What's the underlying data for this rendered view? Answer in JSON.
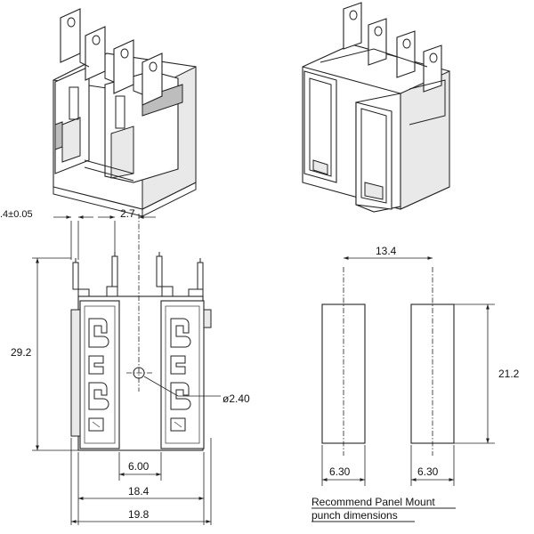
{
  "dimensions": {
    "tolerance_label": ".4±0.05",
    "pitch_label": "2.7",
    "height_label": "29.2",
    "hole_label": "ø2.40",
    "inner_width_label": "6.00",
    "body_width_label": "18.4",
    "overall_width_label": "19.8",
    "panel_spacing_label": "13.4",
    "panel_height_label": "21.2",
    "panel_left_width_label": "6.30",
    "panel_right_width_label": "6.30"
  },
  "caption": {
    "line1": "Recommend Panel Mount",
    "line2": "punch dimensions"
  }
}
